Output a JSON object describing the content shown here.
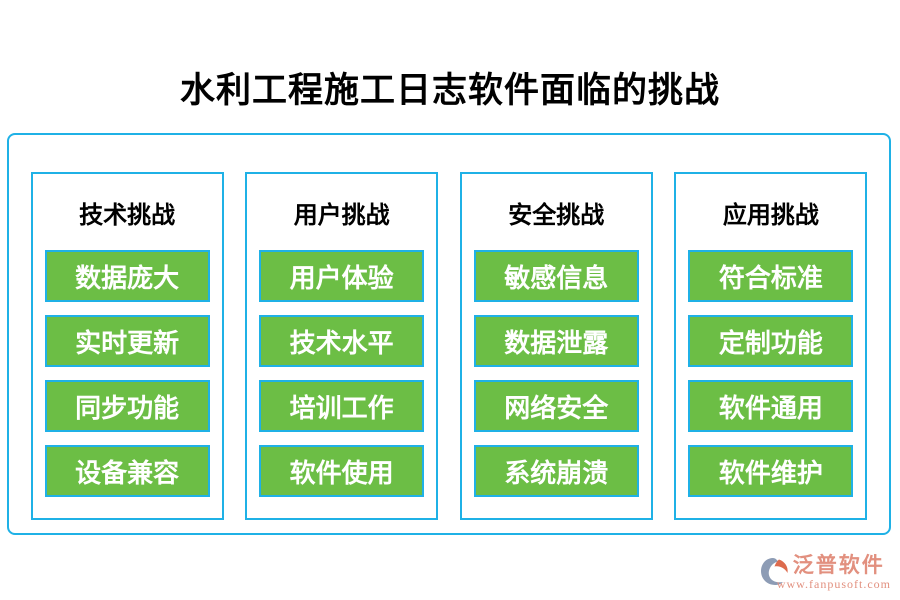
{
  "title": "水利工程施工日志软件面临的挑战",
  "colors": {
    "accent_border": "#1fb1e6",
    "button_fill": "#6cbe45",
    "button_text": "#ffffff",
    "title_text": "#000000",
    "brand_text": "#e2907f",
    "logo_slate": "#8d9cb5",
    "logo_orange": "#dd6b4d"
  },
  "columns": [
    {
      "header": "技术挑战",
      "items": [
        "数据庞大",
        "实时更新",
        "同步功能",
        "设备兼容"
      ]
    },
    {
      "header": "用户挑战",
      "items": [
        "用户体验",
        "技术水平",
        "培训工作",
        "软件使用"
      ]
    },
    {
      "header": "安全挑战",
      "items": [
        "敏感信息",
        "数据泄露",
        "网络安全",
        "系统崩溃"
      ]
    },
    {
      "header": "应用挑战",
      "items": [
        "符合标准",
        "定制功能",
        "软件通用",
        "软件维护"
      ]
    }
  ],
  "footer": {
    "brand": "泛普软件",
    "url": "www.fanpusoft.com"
  }
}
